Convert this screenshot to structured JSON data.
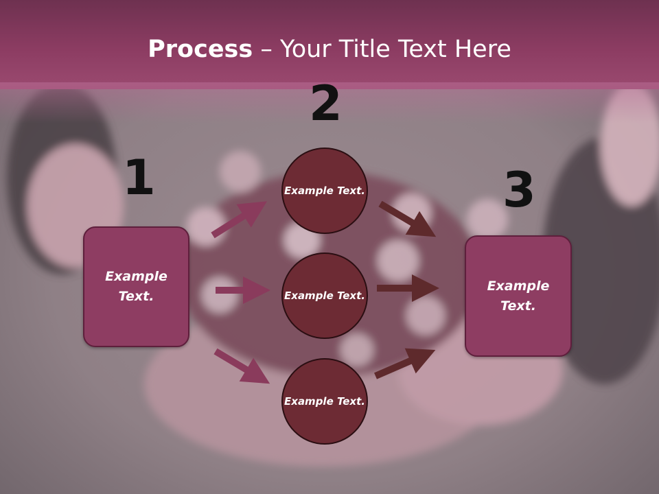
{
  "title": {
    "bold": "Process",
    "rest": " – Your Title Text Here"
  },
  "numbers": {
    "n1": "1",
    "n2": "2",
    "n3": "3"
  },
  "left_box": {
    "label": "Example Text."
  },
  "right_box": {
    "label": "Example Text."
  },
  "circles": [
    {
      "label": "Example Text."
    },
    {
      "label": "Example Text."
    },
    {
      "label": "Example Text."
    }
  ],
  "colors": {
    "title_band": "#8c3c62",
    "box_fill": "#8e3d62",
    "circle_fill": "#6d2b34",
    "left_arrow": "#8a3b5c",
    "right_arrow": "#5e2a2c"
  }
}
